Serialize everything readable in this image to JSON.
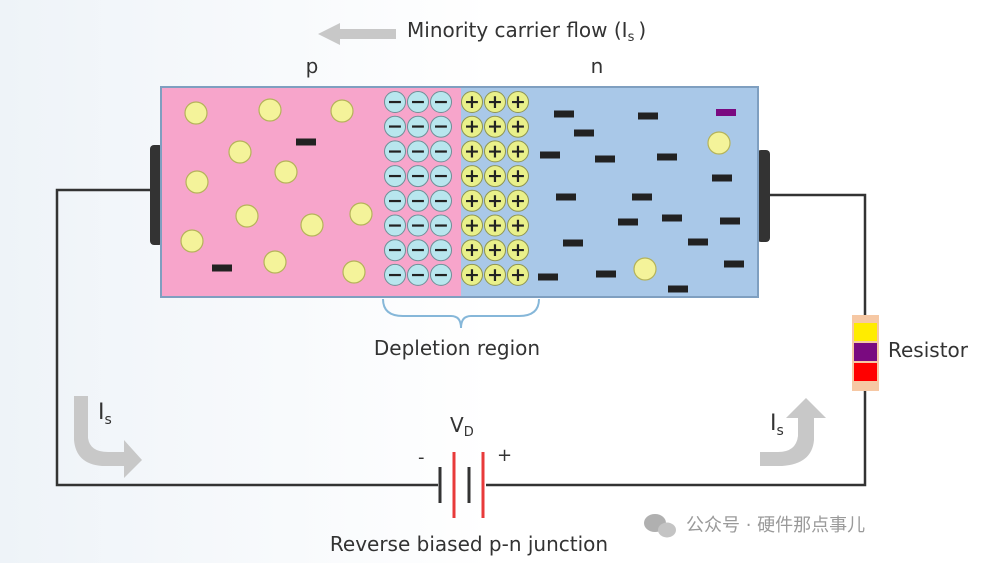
{
  "labels": {
    "flow": "Minority carrier flow (I",
    "flow_sub": "s",
    "flow_close": ")",
    "p": "p",
    "n": "n",
    "depletion": "Depletion region",
    "resistor": "Resistor",
    "current_main": "I",
    "current_sub": "s",
    "voltage_main": "V",
    "voltage_sub": "D",
    "minus": "-",
    "plus": "+",
    "caption": "Reverse biased p-n junction",
    "watermark": "公众号 · 硬件那点事儿"
  },
  "ion_signs": {
    "negative": "−",
    "positive": "+"
  },
  "colors": {
    "p_region": "#f7a5cb",
    "n_region": "#a9c8e8",
    "hole": "#f4f39a",
    "neg_ion": "#b8e6ee",
    "pos_ion": "#e9f08a",
    "electron": "#222222",
    "resistor_band_1": "#ffec00",
    "resistor_band_2": "#7a0a80",
    "resistor_band_3": "#ff0000",
    "battery_plate": "#e83a3a",
    "wire": "#333333",
    "arrow": "#c8c8c8"
  },
  "icons": [
    "wechat-icon",
    "battery-symbol",
    "resistor-symbol"
  ]
}
